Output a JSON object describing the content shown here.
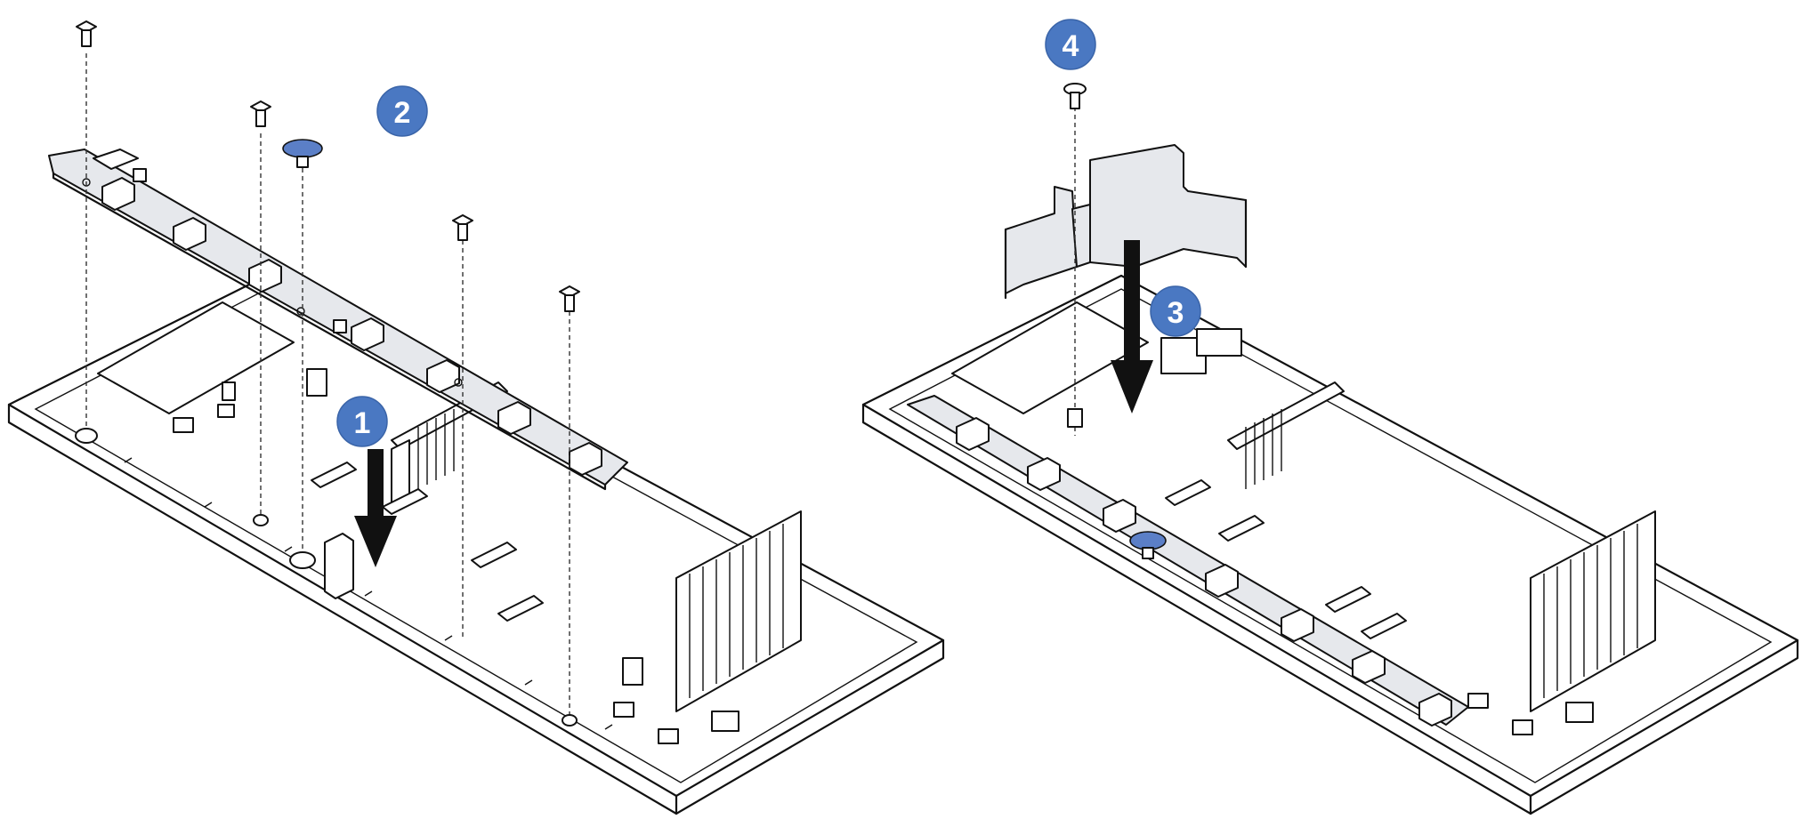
{
  "callouts": [
    {
      "id": "1",
      "label": "1"
    },
    {
      "id": "2",
      "label": "2"
    },
    {
      "id": "3",
      "label": "3"
    },
    {
      "id": "4",
      "label": "4"
    }
  ],
  "colors": {
    "callout_fill": "#4a78c2",
    "blue_screw": "#5b7fc7",
    "part_fill": "#e6e8ec",
    "line": "#111111"
  },
  "panels": [
    {
      "name": "left-step",
      "shows": [
        "backplane-board",
        "screws",
        "down-arrow"
      ]
    },
    {
      "name": "right-step",
      "shows": [
        "air-baffle",
        "screw",
        "down-arrow"
      ]
    }
  ]
}
